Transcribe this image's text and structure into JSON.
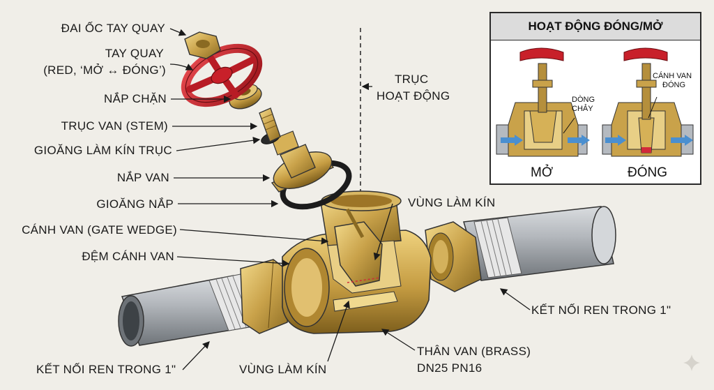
{
  "labels": {
    "nut": "ĐAI ỐC TAY QUAY",
    "handwheel_1": "TAY QUAY",
    "handwheel_2": "(RED, ‘MỞ ↔ ĐÓNG’)",
    "cap": "NẮP CHẶN",
    "stem": "TRỤC VAN (STEM)",
    "stem_seal": "GIOĂNG LÀM KÍN TRỤC",
    "bonnet": "NẮP VAN",
    "bonnet_gasket": "GIOĂNG NẮP",
    "wedge": "CÁNH VAN (GATE WEDGE)",
    "wedge_seat": "ĐỆM CÁNH VAN",
    "axis_1": "TRỤC",
    "axis_2": "HOẠT ĐỘNG",
    "seal_zone_top": "VÙNG LÀM KÍN",
    "seal_zone_bottom": "VÙNG LÀM KÍN",
    "thread_right": "KẾT NỐI REN TRONG 1\"",
    "thread_left": "KẾT NỐI REN TRONG 1\"",
    "body_1": "THÂN VAN (BRASS)",
    "body_2": "DN25 PN16"
  },
  "inset": {
    "title": "HOẠT ĐỘNG ĐÓNG/MỞ",
    "open_label": "MỞ",
    "closed_label": "ĐÓNG",
    "flow_1": "DÒNG",
    "flow_2": "CHẢY",
    "closed_wedge_1": "CÁNH VAN",
    "closed_wedge_2": "ĐÓNG"
  },
  "colors": {
    "brass": "#c9a24a",
    "handwheel": "#c8202a",
    "pipe": "#a9adb2",
    "flow_arrow": "#4a8fd0",
    "background": "#f0eee8"
  }
}
